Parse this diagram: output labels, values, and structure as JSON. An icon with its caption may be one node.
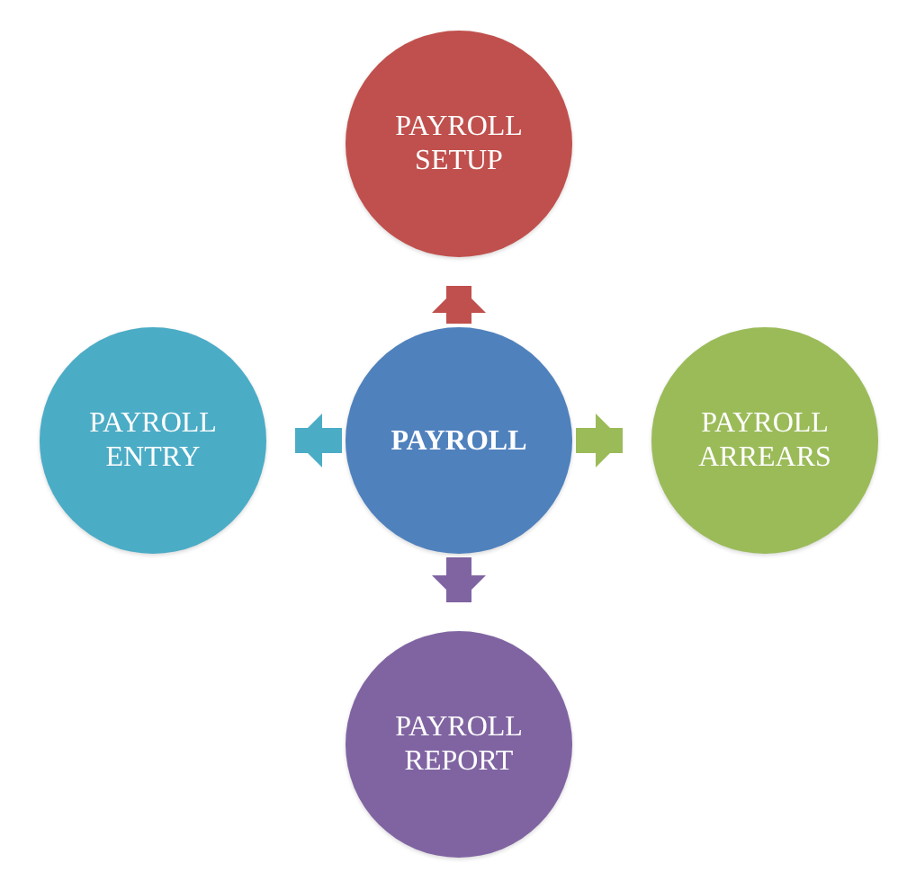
{
  "diagram": {
    "nodes": [
      {
        "text": [
          "PAYROLL SETUP"
        ]
      },
      {
        "text": [
          "PAYROLL ENTRY"
        ]
      },
      {
        "text": [
          "PAYROLL"
        ]
      },
      {
        "text": [
          "PAYROLL ARREARS"
        ]
      },
      {
        "text": [
          "PAYROLL REPORT"
        ]
      }
    ],
    "edges": [
      {
        "from": 2,
        "to": 0,
        "arrow": "to",
        "color": "#c0504d"
      },
      {
        "from": 2,
        "to": 1,
        "arrow": "to",
        "color": "#4bacc6"
      },
      {
        "from": 2,
        "to": 3,
        "arrow": "to",
        "color": "#9bbb59"
      },
      {
        "from": 2,
        "to": 4,
        "arrow": "to",
        "color": "#8064a2"
      }
    ]
  }
}
